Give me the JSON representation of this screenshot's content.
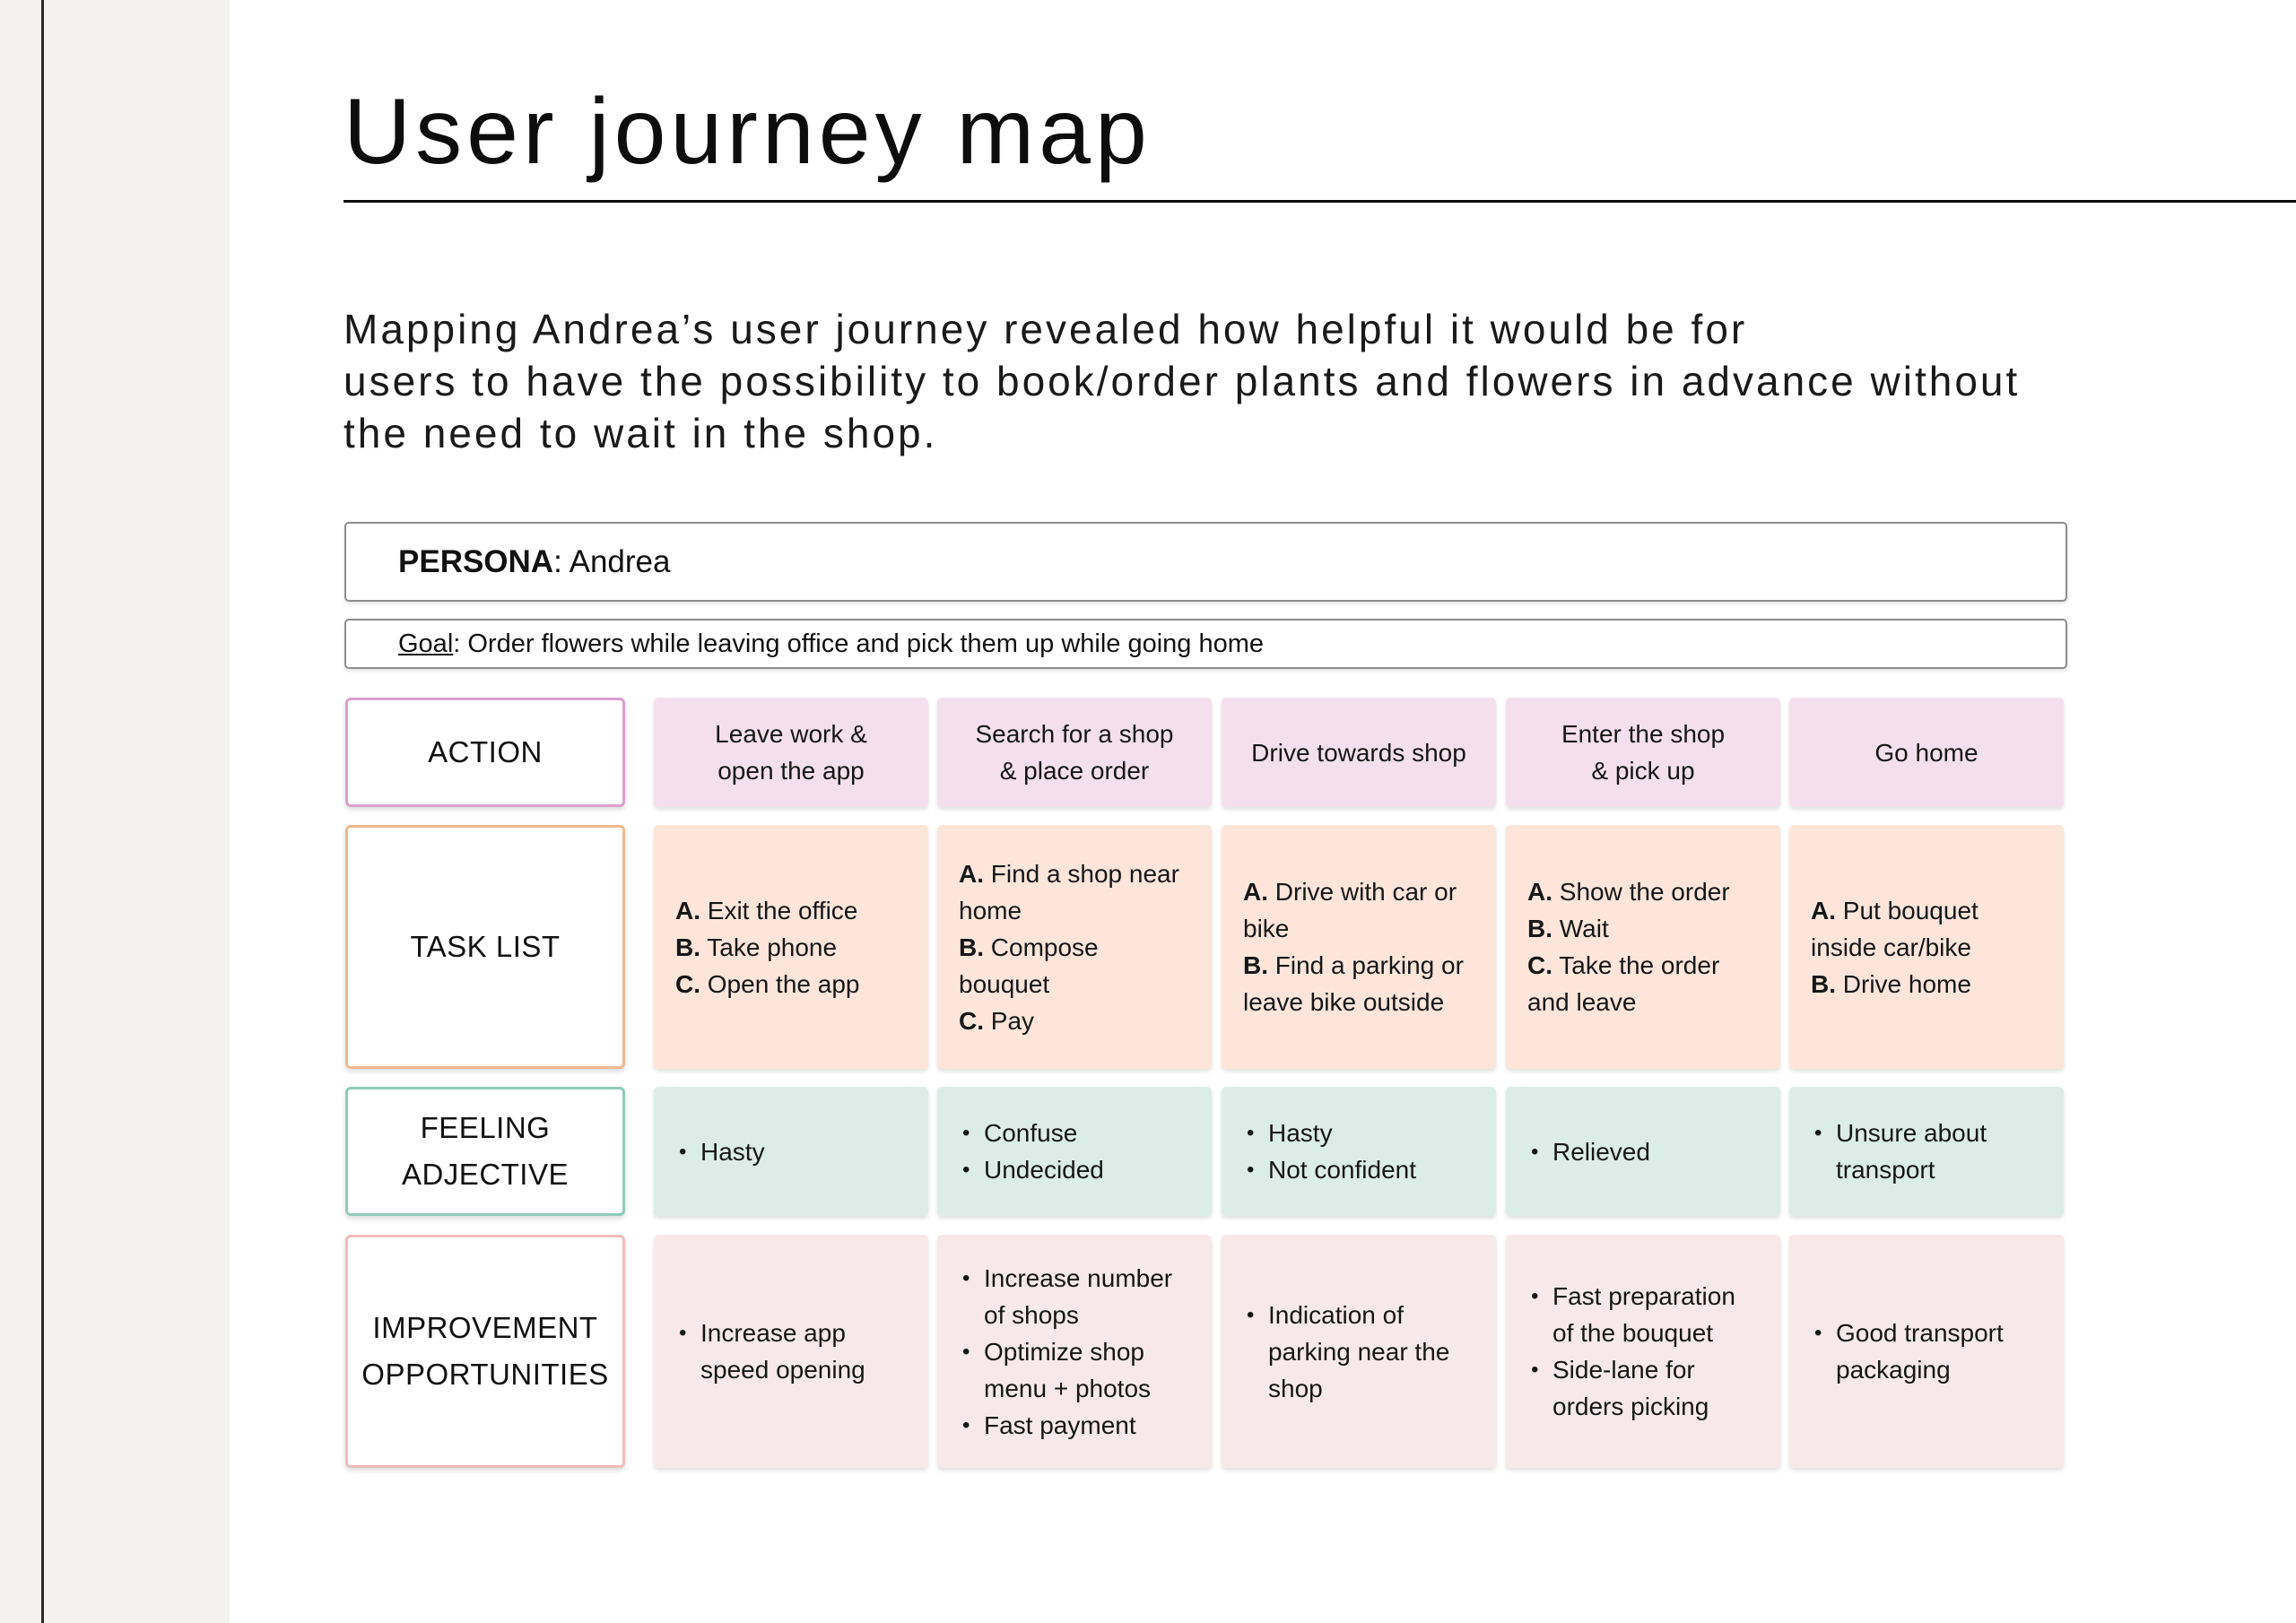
{
  "title": "User journey map",
  "intro": {
    "line1": "Mapping Andrea’s user journey revealed how helpful it would be for",
    "line2": "users to have the possibility to book/order plants and flowers in advance without",
    "line3": "the need to wait in the shop."
  },
  "persona": {
    "label": "PERSONA",
    "value": ": Andrea"
  },
  "goal": {
    "label": "Goal",
    "value": ": Order flowers while leaving office and pick them up while going home"
  },
  "colors": {
    "action_border": "#dba0cc",
    "action_fill": "#f4e0ec",
    "task_border": "#f2b890",
    "task_fill": "#fde5da",
    "feeling_border": "#91cbbb",
    "feeling_fill": "#dcede8",
    "improve_border": "#f2bcbc",
    "improve_fill": "#f7e9e9"
  },
  "rows": {
    "action": {
      "label_l1": "ACTION"
    },
    "task": {
      "label_l1": "TASK LIST"
    },
    "feeling": {
      "label_l1": "FEELING",
      "label_l2": "ADJECTIVE"
    },
    "improve": {
      "label_l1": "IMPROVEMENT",
      "label_l2": "OPPORTUNITIES"
    }
  },
  "columns": [
    {
      "action": [
        "Leave work &",
        "open the app"
      ],
      "tasks": [
        {
          "m": "A.",
          "t": " Exit the office"
        },
        {
          "m": "B.",
          "t": " Take phone"
        },
        {
          "m": "C.",
          "t": " Open the app"
        }
      ],
      "feelings": [
        "Hasty"
      ],
      "improvements": [
        [
          "Increase app",
          "speed opening"
        ]
      ]
    },
    {
      "action": [
        "Search for a shop",
        "& place order"
      ],
      "tasks": [
        {
          "m": "A.",
          "t": " Find a shop near"
        },
        {
          "m": "",
          "t": "home"
        },
        {
          "m": "B.",
          "t": " Compose"
        },
        {
          "m": "",
          "t": "bouquet"
        },
        {
          "m": "C.",
          "t": " Pay"
        }
      ],
      "feelings": [
        "Confuse",
        "Undecided"
      ],
      "improvements": [
        [
          "Increase number",
          "of shops"
        ],
        [
          "Optimize shop",
          "menu + photos"
        ],
        [
          "Fast payment"
        ]
      ]
    },
    {
      "action": [
        "Drive towards shop"
      ],
      "tasks": [
        {
          "m": "A.",
          "t": " Drive with car or"
        },
        {
          "m": "",
          "t": "bike"
        },
        {
          "m": "B.",
          "t": " Find a parking or"
        },
        {
          "m": "",
          "t": "leave bike outside"
        }
      ],
      "feelings": [
        "Hasty",
        "Not confident"
      ],
      "improvements": [
        [
          "Indication of",
          "parking near the",
          "shop"
        ]
      ]
    },
    {
      "action": [
        "Enter the shop",
        "& pick up"
      ],
      "tasks": [
        {
          "m": "A.",
          "t": " Show the order"
        },
        {
          "m": "B.",
          "t": " Wait"
        },
        {
          "m": "C.",
          "t": " Take the order"
        },
        {
          "m": "",
          "t": "and leave"
        }
      ],
      "feelings": [
        "Relieved"
      ],
      "improvements": [
        [
          "Fast preparation",
          "of the bouquet"
        ],
        [
          "Side-lane for",
          "orders picking"
        ]
      ]
    },
    {
      "action": [
        "Go home"
      ],
      "tasks": [
        {
          "m": "A.",
          "t": " Put bouquet"
        },
        {
          "m": "",
          "t": "inside car/bike"
        },
        {
          "m": "B.",
          "t": " Drive home"
        }
      ],
      "feelings": [
        [
          "Unsure about",
          "transport"
        ]
      ],
      "improvements": [
        [
          "Good transport",
          "packaging"
        ]
      ]
    }
  ]
}
